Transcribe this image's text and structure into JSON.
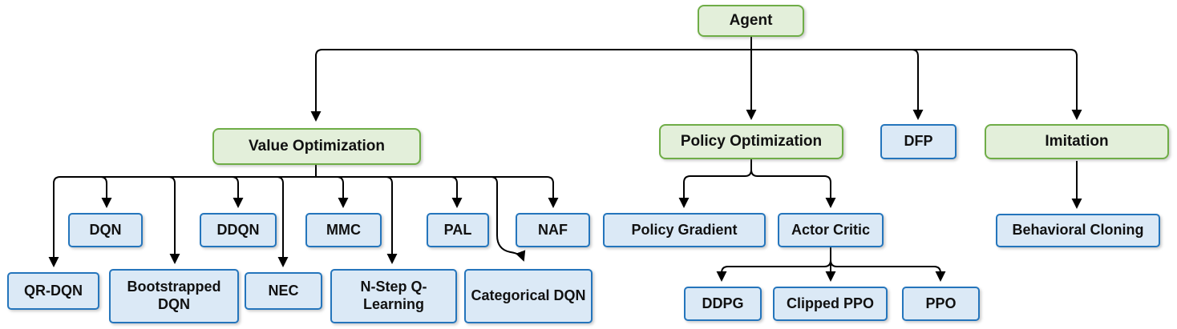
{
  "diagram": {
    "type": "hierarchy-flowchart",
    "nodes": {
      "agent": {
        "label": "Agent",
        "kind": "category"
      },
      "value_optimization": {
        "label": "Value Optimization",
        "kind": "category"
      },
      "policy_optimization": {
        "label": "Policy Optimization",
        "kind": "category"
      },
      "dfp": {
        "label": "DFP",
        "kind": "algorithm"
      },
      "imitation": {
        "label": "Imitation",
        "kind": "category"
      },
      "dqn": {
        "label": "DQN",
        "kind": "algorithm"
      },
      "ddqn": {
        "label": "DDQN",
        "kind": "algorithm"
      },
      "mmc": {
        "label": "MMC",
        "kind": "algorithm"
      },
      "pal": {
        "label": "PAL",
        "kind": "algorithm"
      },
      "naf": {
        "label": "NAF",
        "kind": "algorithm"
      },
      "qr_dqn": {
        "label": "QR-DQN",
        "kind": "algorithm"
      },
      "bootstrapped_dqn": {
        "label": "Bootstrapped DQN",
        "kind": "algorithm"
      },
      "nec": {
        "label": "NEC",
        "kind": "algorithm"
      },
      "nstep_qlearning": {
        "label": "N-Step Q-Learning",
        "kind": "algorithm"
      },
      "categorical_dqn": {
        "label": "Categorical DQN",
        "kind": "algorithm"
      },
      "policy_gradient": {
        "label": "Policy Gradient",
        "kind": "algorithm"
      },
      "actor_critic": {
        "label": "Actor Critic",
        "kind": "algorithm"
      },
      "behavioral_cloning": {
        "label": "Behavioral Cloning",
        "kind": "algorithm"
      },
      "ddpg": {
        "label": "DDPG",
        "kind": "algorithm"
      },
      "clipped_ppo": {
        "label": "Clipped PPO",
        "kind": "algorithm"
      },
      "ppo": {
        "label": "PPO",
        "kind": "algorithm"
      }
    },
    "edges": [
      {
        "from": "agent",
        "to": [
          "value_optimization",
          "policy_optimization",
          "dfp",
          "imitation"
        ]
      },
      {
        "from": "value_optimization",
        "to": [
          "qr_dqn",
          "dqn",
          "bootstrapped_dqn",
          "ddqn",
          "nec",
          "mmc",
          "nstep_qlearning",
          "pal",
          "categorical_dqn",
          "naf"
        ]
      },
      {
        "from": "policy_optimization",
        "to": [
          "policy_gradient",
          "actor_critic"
        ]
      },
      {
        "from": "imitation",
        "to": [
          "behavioral_cloning"
        ]
      },
      {
        "from": "actor_critic",
        "to": [
          "ddpg",
          "clipped_ppo",
          "ppo"
        ]
      }
    ],
    "colors": {
      "category_fill": "#e3efda",
      "category_border": "#6fad47",
      "algorithm_fill": "#dbe9f6",
      "algorithm_border": "#2475bc",
      "connector": "#000000",
      "background": "#ffffff",
      "text": "#111111"
    }
  }
}
